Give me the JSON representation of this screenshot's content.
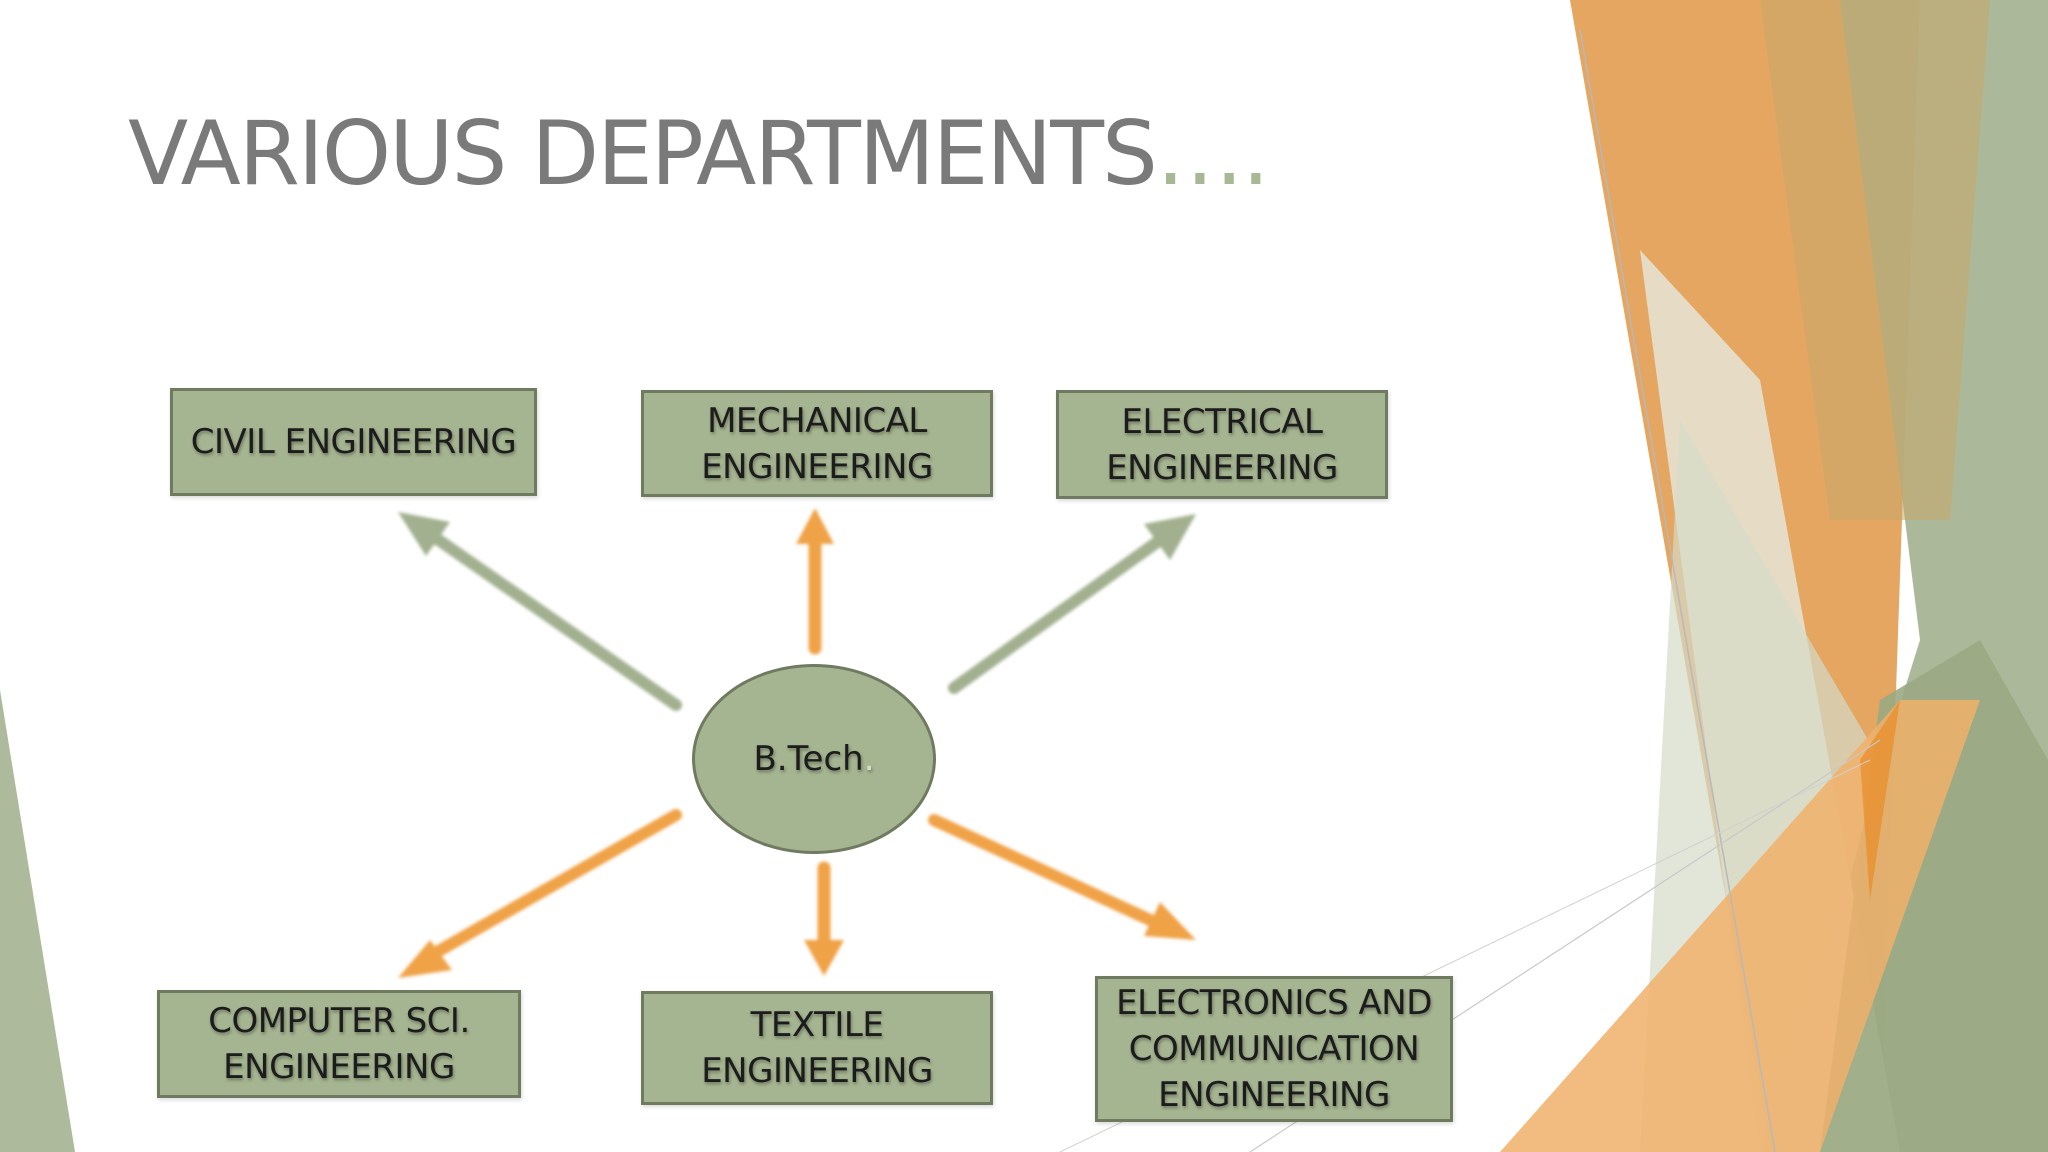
{
  "slide": {
    "title": "VARIOUS  DEPARTMENTS",
    "title_suffix": "….",
    "hub": {
      "label": "B.Tech",
      "suffix": "."
    },
    "departments": {
      "civil": "CIVIL ENGINEERING",
      "mechanical": "MECHANICAL\nENGINEERING",
      "electrical": "ELECTRICAL\nENGINEERING",
      "computer": "COMPUTER SCI.\nENGINEERING",
      "textile": "TEXTILE\nENGINEERING",
      "electronics": "ELECTRONICS AND\nCOMMUNICATION\nENGINEERING"
    }
  },
  "colors": {
    "green": "#a6b591",
    "green_dark": "#6f7a60",
    "orange": "#f0a246",
    "arrow_green": "#a3b08f",
    "title_gray": "#7a7a7a"
  }
}
